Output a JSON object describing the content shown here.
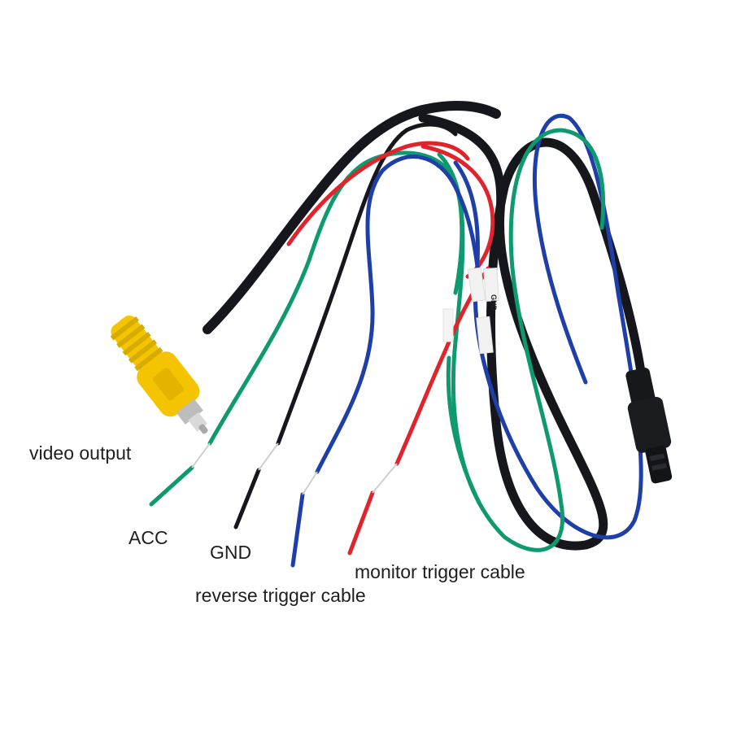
{
  "labels": {
    "video_output": "video output",
    "acc": "ACC",
    "gnd": "GND",
    "monitor_trigger": "monitor trigger cable",
    "reverse_trigger": "reverse trigger cable"
  },
  "printed_tags": {
    "gnd_tag": "GND"
  },
  "colors": {
    "black_jacket": "#15171c",
    "green_wire": "#0e9a6e",
    "red_wire": "#e0242b",
    "blue_wire": "#1f3fa8",
    "rca_plug": "#f4c400",
    "rca_metal": "#c8c8c8",
    "copper_strand": "#cfcfcf"
  },
  "icons": {
    "rca_connector": "rca-plug-icon",
    "multipin_connector": "plug-connector-icon"
  }
}
